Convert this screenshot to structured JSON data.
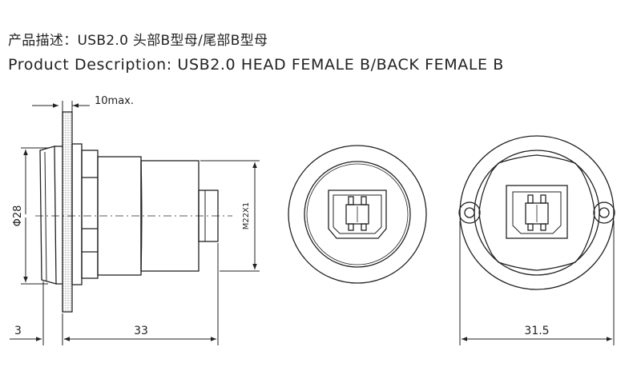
{
  "title_cn": "产品描述：USB2.0 头部B型母/尾部B型母",
  "title_en": "Product Description: USB2.0 HEAD FEMALE B/BACK FEMALE B",
  "dimensions": {
    "panel_max": "10max.",
    "diameter": "Φ28",
    "thread": "M22X1",
    "head_thickness": "3",
    "body_length": "33",
    "rear_width": "31.5"
  },
  "colors": {
    "line": "#222222",
    "panel_hatch": "#888888",
    "background": "#ffffff"
  }
}
